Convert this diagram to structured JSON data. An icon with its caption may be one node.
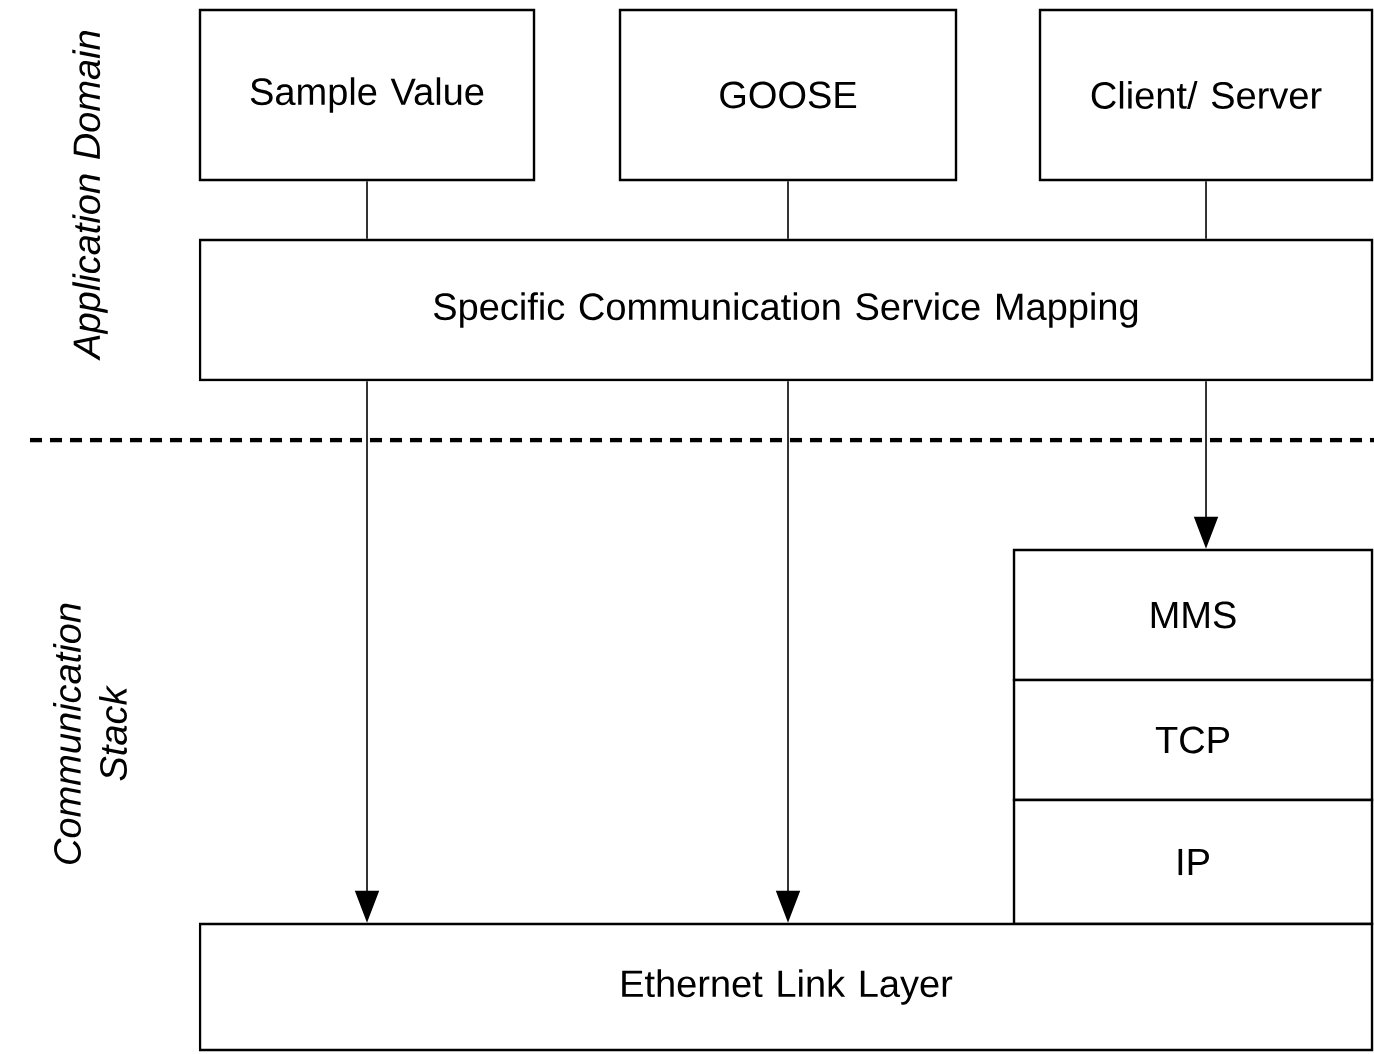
{
  "diagram": {
    "nodes": [
      {
        "text": [
          "Sample Value"
        ]
      },
      {
        "text": [
          "GOOSE"
        ]
      },
      {
        "text": [
          "Client/ Server"
        ]
      },
      {
        "text": [
          "Specific Communication Service Mapping"
        ]
      },
      {
        "text": [
          "MMS"
        ]
      },
      {
        "text": [
          "TCP"
        ]
      },
      {
        "text": [
          "IP"
        ]
      },
      {
        "text": [
          "Ethernet Link Layer"
        ]
      }
    ],
    "edges": [
      {
        "from": 0,
        "to": 3,
        "arrow": "none"
      },
      {
        "from": 1,
        "to": 3,
        "arrow": "none"
      },
      {
        "from": 2,
        "to": 3,
        "arrow": "none"
      },
      {
        "from": 3,
        "to": 7,
        "arrow": "to"
      },
      {
        "from": 3,
        "to": 7,
        "arrow": "to"
      },
      {
        "from": 3,
        "to": 4,
        "arrow": "to"
      }
    ],
    "labels": [
      "Application Domain",
      "Communication Stack"
    ]
  }
}
